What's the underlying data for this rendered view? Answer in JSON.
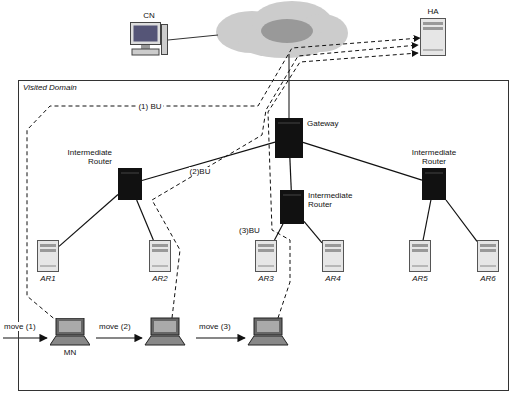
{
  "diagram": {
    "nodes": [
      {
        "text": [
          "CN"
        ]
      },
      {
        "text": [
          "HA"
        ]
      },
      {
        "text": [
          "Visited Domain"
        ]
      },
      {
        "text": [
          "Gateway"
        ],
        "in": 2
      },
      {
        "text": [
          "Intermediate Router"
        ],
        "in": 2
      },
      {
        "text": [
          "Intermediate Router"
        ],
        "in": 2
      },
      {
        "text": [
          "Intermediate Router"
        ],
        "in": 2
      },
      {
        "text": [
          "AR1"
        ],
        "in": 2
      },
      {
        "text": [
          "AR2"
        ],
        "in": 2
      },
      {
        "text": [
          "AR3"
        ],
        "in": 2
      },
      {
        "text": [
          "AR4"
        ],
        "in": 2
      },
      {
        "text": [
          "AR5"
        ],
        "in": 2
      },
      {
        "text": [
          "AR6"
        ],
        "in": 2
      },
      {
        "text": [
          "MN"
        ],
        "in": 2
      }
    ],
    "edges": [
      {
        "from": 3,
        "to": 4,
        "arrow": "none"
      },
      {
        "from": 3,
        "to": 5,
        "arrow": "none"
      },
      {
        "from": 3,
        "to": 6,
        "arrow": "none"
      },
      {
        "from": 4,
        "to": 7,
        "arrow": "none"
      },
      {
        "from": 4,
        "to": 8,
        "arrow": "none"
      },
      {
        "from": 5,
        "to": 9,
        "arrow": "none"
      },
      {
        "from": 5,
        "to": 10,
        "arrow": "none"
      },
      {
        "from": 6,
        "to": 11,
        "arrow": "none"
      },
      {
        "from": 6,
        "to": 12,
        "arrow": "none"
      },
      {
        "from": 13,
        "to": 1,
        "label": "(1) BU",
        "arrow": "to"
      }
    ],
    "labels": [
      "(2)BU",
      "(3)BU",
      "move (1)",
      "move (2)",
      "move (3)"
    ]
  }
}
